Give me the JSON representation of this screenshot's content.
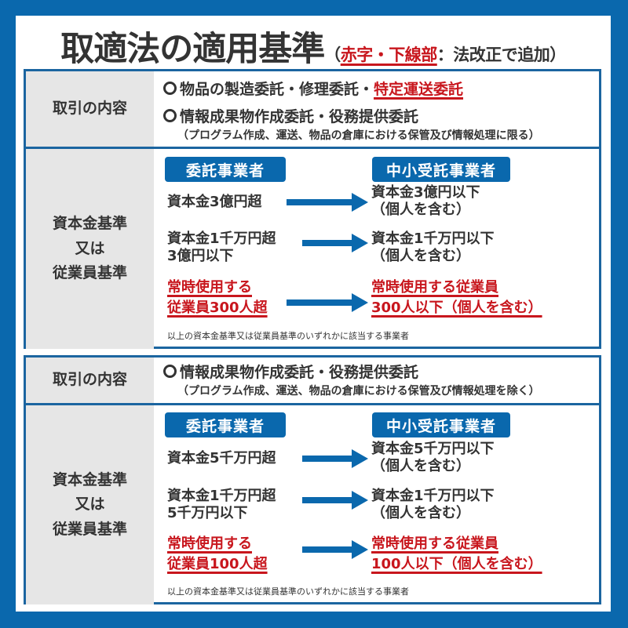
{
  "title": {
    "main": "取適法の適用基準",
    "paren_open": "（",
    "red_part": "赤字・下線部",
    "rest": "：法改正で追加）"
  },
  "colors": {
    "frame_blue": "#0a68ad",
    "border_blue": "#1b65a0",
    "label_bg": "#e6e6e6",
    "accent_red": "#c8161d",
    "text": "#333333"
  },
  "sections": [
    {
      "transaction": {
        "label": "取引の内容",
        "items": [
          {
            "text_plain": "物品の製造委託・修理委託・",
            "text_red": "特定運送委託"
          },
          {
            "text_plain": "情報成果物作成委託・役務提供委託",
            "text_red": ""
          }
        ],
        "note": "（プログラム作成、運送、物品の倉庫における保管及び情報処理に限る）"
      },
      "criteria": {
        "label_lines": [
          "資本金基準",
          "又は",
          "従業員基準"
        ],
        "header_left": "委託事業者",
        "header_right": "中小受託事業者",
        "rows": [
          {
            "left": [
              "資本金3億円超"
            ],
            "right": [
              "資本金3億円以下",
              "（個人を含む）"
            ],
            "red": false
          },
          {
            "left": [
              "資本金1千万円超",
              "3億円以下"
            ],
            "right": [
              "資本金1千万円以下",
              "（個人を含む）"
            ],
            "red": false
          },
          {
            "left": [
              "常時使用する",
              "従業員300人超"
            ],
            "right": [
              "常時使用する従業員",
              "300人以下（個人を含む）"
            ],
            "red": true
          }
        ],
        "footnote": "以上の資本金基準又は従業員基準のいずれかに該当する事業者"
      }
    },
    {
      "transaction": {
        "label": "取引の内容",
        "items": [
          {
            "text_plain": "情報成果物作成委託・役務提供委託",
            "text_red": ""
          }
        ],
        "note": "（プログラム作成、運送、物品の倉庫における保管及び情報処理を除く）"
      },
      "criteria": {
        "label_lines": [
          "資本金基準",
          "又は",
          "従業員基準"
        ],
        "header_left": "委託事業者",
        "header_right": "中小受託事業者",
        "rows": [
          {
            "left": [
              "資本金5千万円超"
            ],
            "right": [
              "資本金5千万円以下",
              "（個人を含む）"
            ],
            "red": false
          },
          {
            "left": [
              "資本金1千万円超",
              "5千万円以下"
            ],
            "right": [
              "資本金1千万円以下",
              "（個人を含む）"
            ],
            "red": false
          },
          {
            "left": [
              "常時使用する",
              "従業員100人超"
            ],
            "right": [
              "常時使用する従業員",
              "100人以下（個人を含む）"
            ],
            "red": true
          }
        ],
        "footnote": "以上の資本金基準又は従業員基準のいずれかに該当する事業者"
      }
    }
  ]
}
